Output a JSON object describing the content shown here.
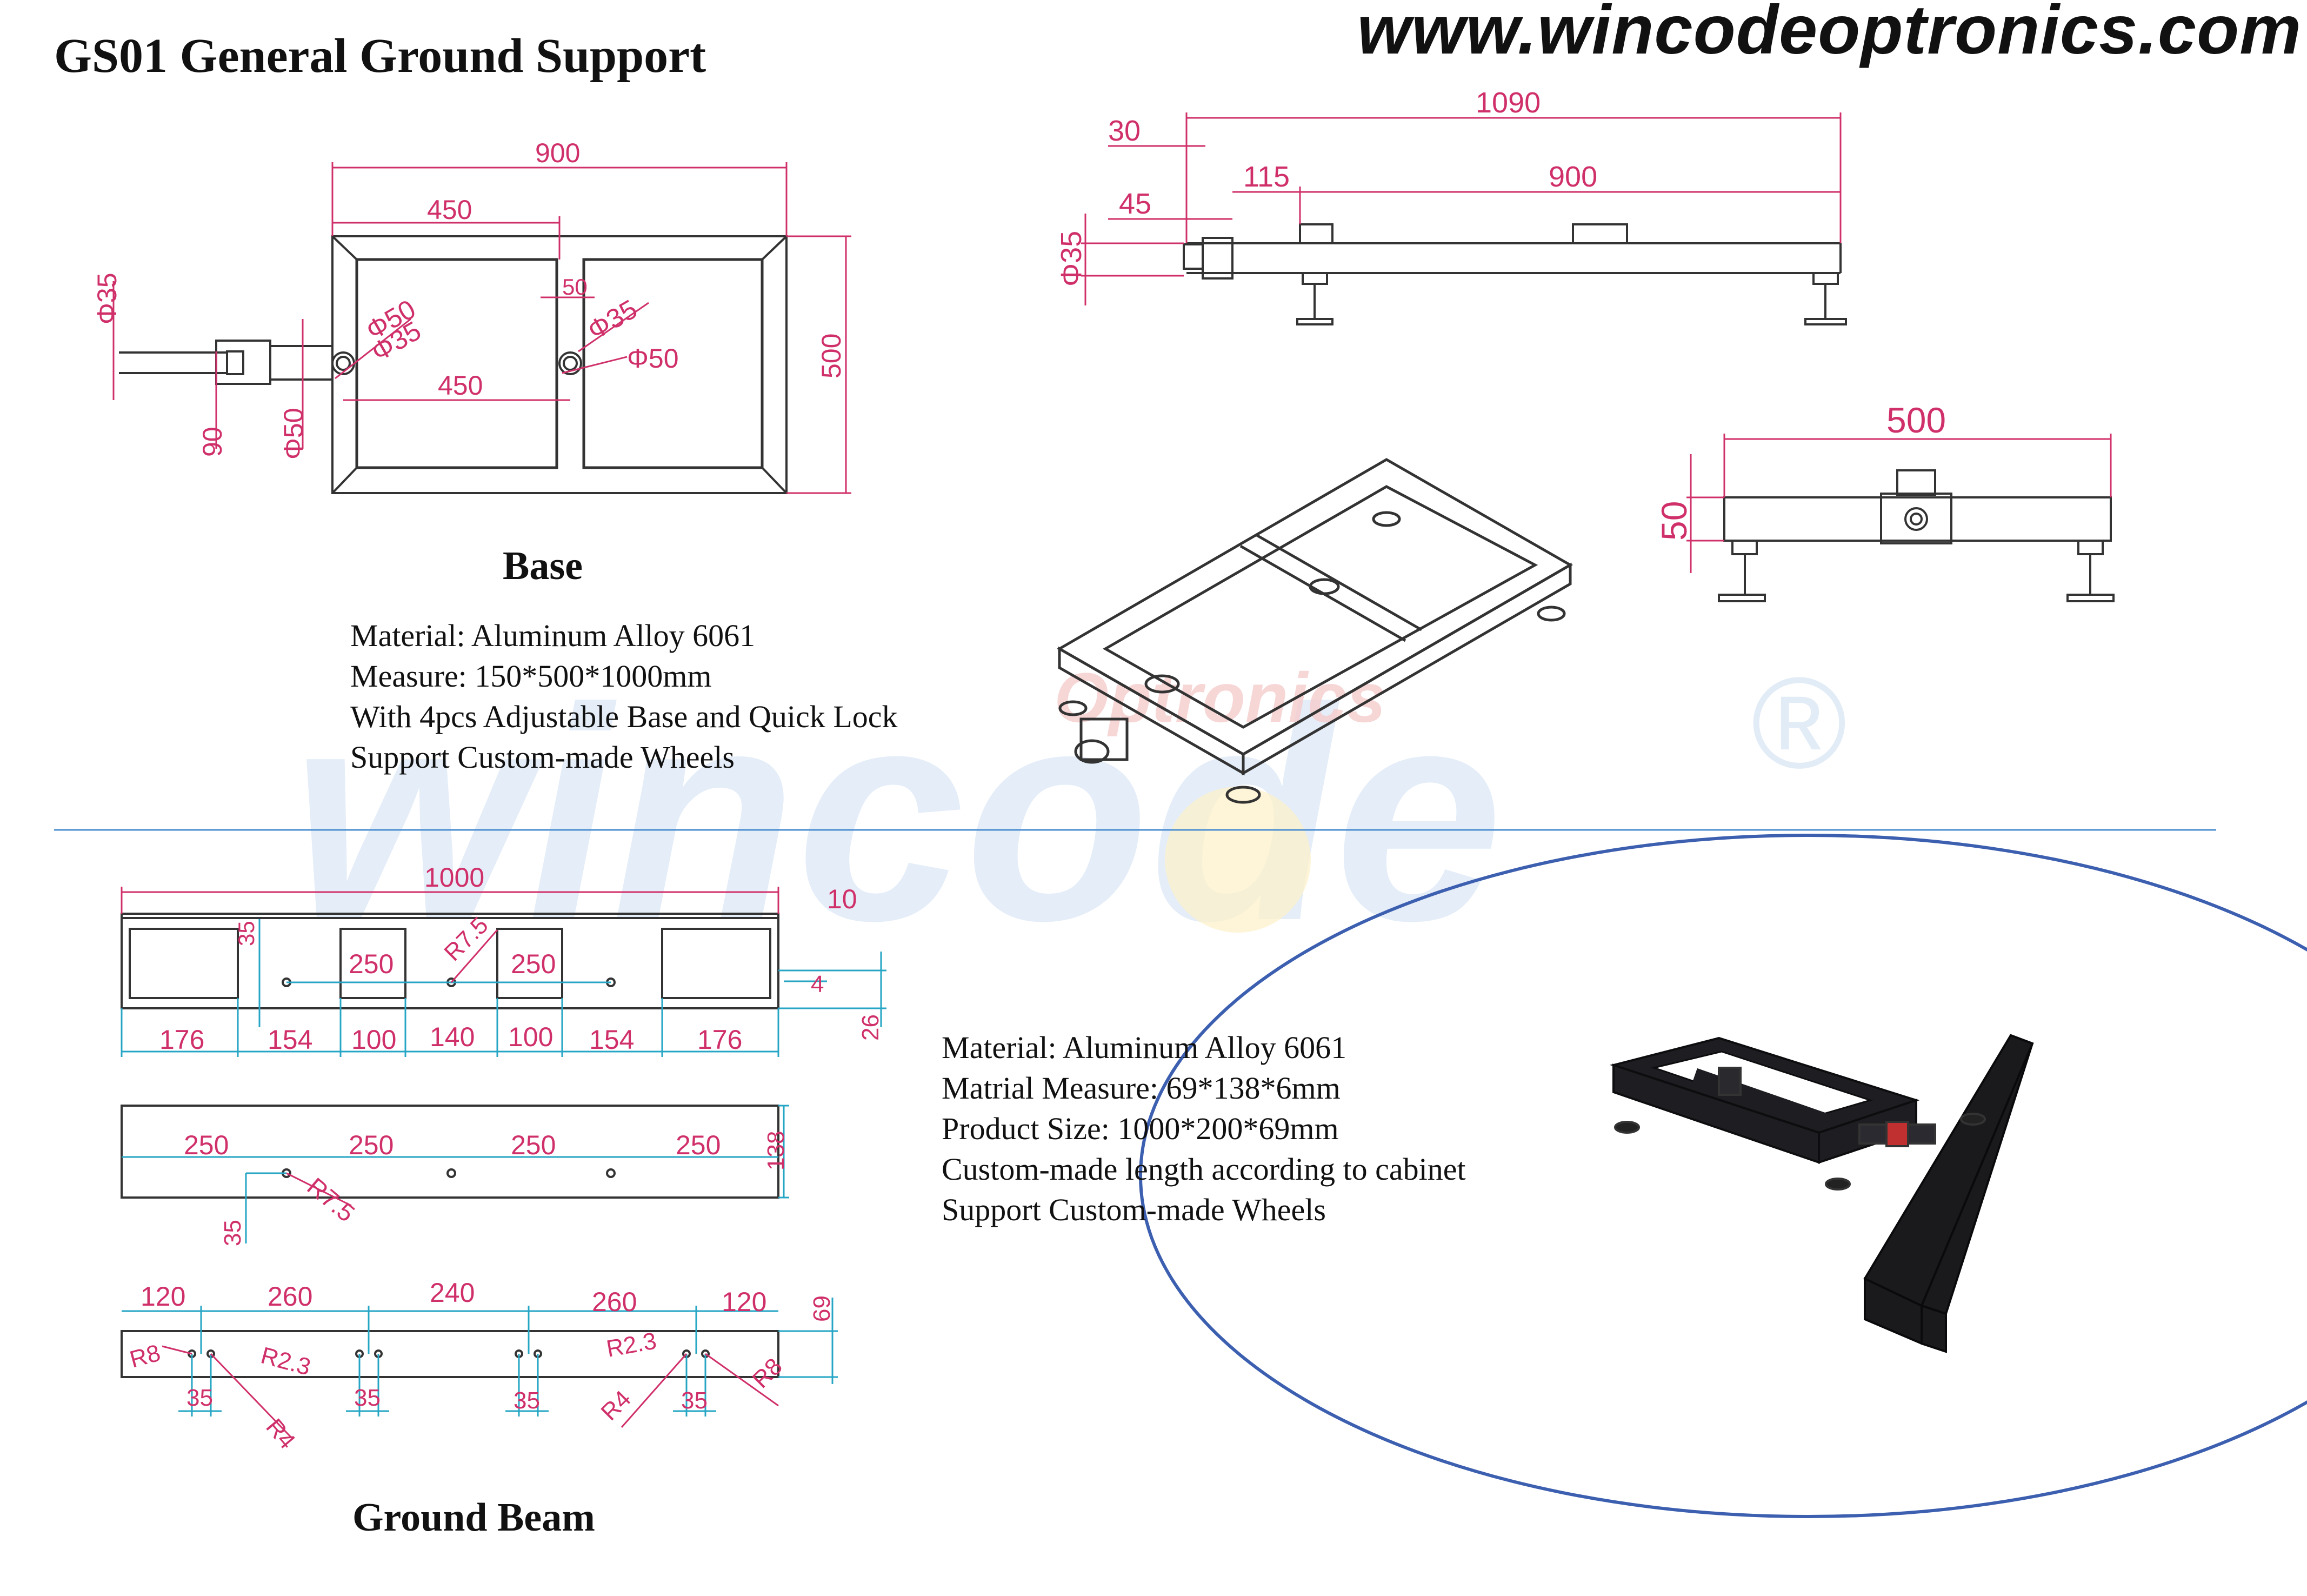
{
  "header": {
    "title": "GS01 General Ground Support",
    "website": "www.wincodeoptronics.com"
  },
  "watermark": {
    "brand": "wincode",
    "sub": "Optronics",
    "registered": "®"
  },
  "base": {
    "title": "Base",
    "specs": [
      "Material: Aluminum Alloy 6061",
      "Measure: 150*500*1000mm",
      "With 4pcs Adjustable Base and Quick Lock",
      "Support Custom-made Wheels"
    ],
    "top_view_dims": {
      "overall_width": "900",
      "half_width": "450",
      "inner_half": "450",
      "height": "500",
      "gap": "50",
      "hole_a": "Φ50",
      "hole_b": "Φ35",
      "hole_c": "Φ35",
      "hole_d": "Φ50",
      "pin_dia": "Φ35",
      "pin_offset": "90",
      "pin_hole": "Φ50"
    },
    "side_view_dims": {
      "overall": "1090",
      "inner": "900",
      "d30": "30",
      "d45": "45",
      "d115": "115",
      "dia35": "Φ35"
    },
    "end_view_dims": {
      "width": "500",
      "height": "50"
    }
  },
  "beam": {
    "title": "Ground Beam",
    "specs": [
      "Material: Aluminum Alloy 6061",
      "Matrial Measure: 69*138*6mm",
      "Product Size: 1000*200*69mm",
      "Custom-made length according to cabinet",
      "Support Custom-made Wheels"
    ],
    "view1_dims": {
      "length": "1000",
      "d10": "10",
      "d35": "35",
      "r75": "R7.5",
      "w250a": "250",
      "w250b": "250",
      "d4": "4",
      "d26": "26",
      "bottom": [
        "176",
        "154",
        "100",
        "140",
        "100",
        "154",
        "176"
      ]
    },
    "view2_dims": {
      "spacing": [
        "250",
        "250",
        "250",
        "250"
      ],
      "height": "138",
      "r75": "R7.5",
      "d35": "35"
    },
    "view3_dims": {
      "top": [
        "120",
        "260",
        "240",
        "260",
        "120"
      ],
      "height": "69",
      "r8a": "R8",
      "r23a": "R2.3",
      "r4a": "R4",
      "r23b": "R2.3",
      "r4b": "R4",
      "r8b": "R8",
      "d35": [
        "35",
        "35",
        "35",
        "35"
      ]
    }
  }
}
